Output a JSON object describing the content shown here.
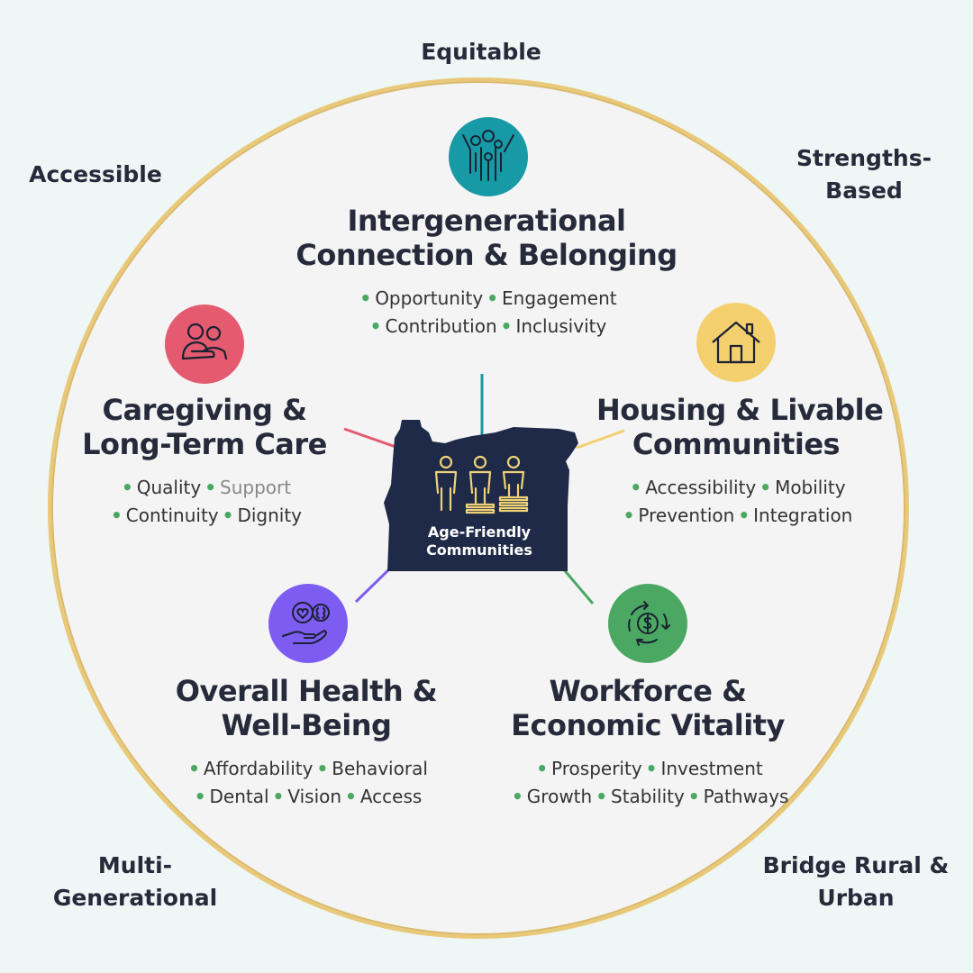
{
  "colors": {
    "background": "#eef6f6",
    "circle_fill": "#f4f4f4",
    "circle_border": "#e9c877",
    "text": "#262a3a",
    "bullet": "#4aa862",
    "oregon": "#1e2a47",
    "figures": "#f0d278",
    "teal": "#179aa5",
    "coral": "#e45a6f",
    "yellow": "#f3cf6e",
    "purple": "#7d5cf2",
    "green": "#4aa862"
  },
  "values": {
    "top": [
      "Equitable"
    ],
    "top_left": [
      "Accessible"
    ],
    "top_right": [
      "Strengths-",
      "Based"
    ],
    "bottom_left": [
      "Multi-",
      "Generational"
    ],
    "bottom_right": [
      "Bridge Rural &",
      "Urban"
    ]
  },
  "center": {
    "lines": [
      "Age-Friendly",
      "Communities"
    ],
    "icon": "three-people-on-stacks-icon"
  },
  "pillars": {
    "intergenerational": {
      "title": [
        "Intergenerational",
        "Connection & Belonging"
      ],
      "row1": [
        "Opportunity",
        "Engagement"
      ],
      "row2": [
        "Contribution",
        "Inclusivity"
      ],
      "icon": "family-group-icon"
    },
    "caregiving": {
      "title": [
        "Caregiving &",
        "Long-Term Care"
      ],
      "row1": [
        "Quality",
        "Support"
      ],
      "row2": [
        "Continuity",
        "Dignity"
      ],
      "icon": "caregiver-embrace-icon"
    },
    "housing": {
      "title": [
        "Housing & Livable",
        "Communities"
      ],
      "row1": [
        "Accessibility",
        "Mobility"
      ],
      "row2": [
        "Prevention",
        "Integration"
      ],
      "icon": "house-icon"
    },
    "health": {
      "title": [
        "Overall Health &",
        "Well-Being"
      ],
      "row1": [
        "Affordability",
        "Behavioral"
      ],
      "row2": [
        "Dental",
        "Vision",
        "Access"
      ],
      "icon": "hand-heart-brain-icon"
    },
    "workforce": {
      "title": [
        "Workforce &",
        "Economic Vitality"
      ],
      "row1": [
        "Prosperity",
        "Investment"
      ],
      "row2": [
        "Growth",
        "Stability",
        "Pathways"
      ],
      "icon": "dollar-cycle-icon"
    }
  }
}
